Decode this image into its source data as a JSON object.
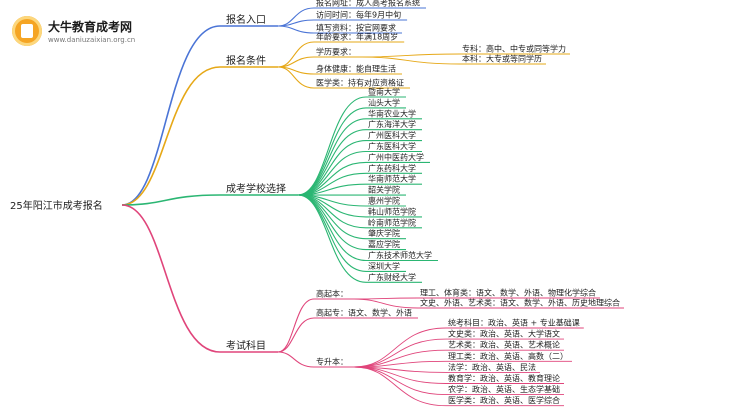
{
  "logo": {
    "title": "大牛教育成考网",
    "url": "www.daniuzaixian.org.cn"
  },
  "colors": {
    "blue": "#4a74d6",
    "orange": "#e6a817",
    "green": "#2bb673",
    "pink": "#e0457b"
  },
  "root": "25年阳江市成考报名",
  "branches": [
    {
      "label": "报名入口",
      "color": "blue",
      "items": [
        {
          "label": "报名网址：成人高考报名系统"
        },
        {
          "label": "访问时间：每年9月中旬"
        },
        {
          "label": "填写资料：按官网要求"
        }
      ]
    },
    {
      "label": "报名条件",
      "color": "orange",
      "items": [
        {
          "label": "年龄要求：年满18周岁"
        },
        {
          "label": "学历要求：",
          "children": [
            "专科：高中、中专或同等学力",
            "本科：大专或等同学历"
          ]
        },
        {
          "label": "身体健康：能自理生活"
        },
        {
          "label": "医学类：持有对应资格证"
        }
      ]
    },
    {
      "label": "成考学校选择",
      "color": "green",
      "items": [
        {
          "label": "暨南大学"
        },
        {
          "label": "汕头大学"
        },
        {
          "label": "华南农业大学"
        },
        {
          "label": "广东海洋大学"
        },
        {
          "label": "广州医科大学"
        },
        {
          "label": "广东医科大学"
        },
        {
          "label": "广州中医药大学"
        },
        {
          "label": "广东药科大学"
        },
        {
          "label": "华南师范大学"
        },
        {
          "label": "韶关学院"
        },
        {
          "label": "惠州学院"
        },
        {
          "label": "韩山师范学院"
        },
        {
          "label": "岭南师范学院"
        },
        {
          "label": "肇庆学院"
        },
        {
          "label": "嘉应学院"
        },
        {
          "label": "广东技术师范大学"
        },
        {
          "label": "深圳大学"
        },
        {
          "label": "广东财经大学"
        }
      ]
    },
    {
      "label": "考试科目",
      "color": "pink",
      "items": [
        {
          "label": "高起本：",
          "children": [
            "理工、体育类：语文、数学、外语、物理化学综合",
            "文史、外语、艺术类：语文、数学、外语、历史地理综合"
          ]
        },
        {
          "label": "高起专：语文、数学、外语"
        },
        {
          "label": "专升本：",
          "children": [
            "统考科目：政治、英语 + 专业基础课",
            "文史类：政治、英语、大学语文",
            "艺术类：政治、英语、艺术概论",
            "理工类：政治、英语、高数（二）",
            "法学：政治、英语、民法",
            "教育学：政治、英语、教育理论",
            "农学：政治、英语、生态学基础",
            "医学类：政治、英语、医学综合"
          ]
        }
      ]
    }
  ]
}
